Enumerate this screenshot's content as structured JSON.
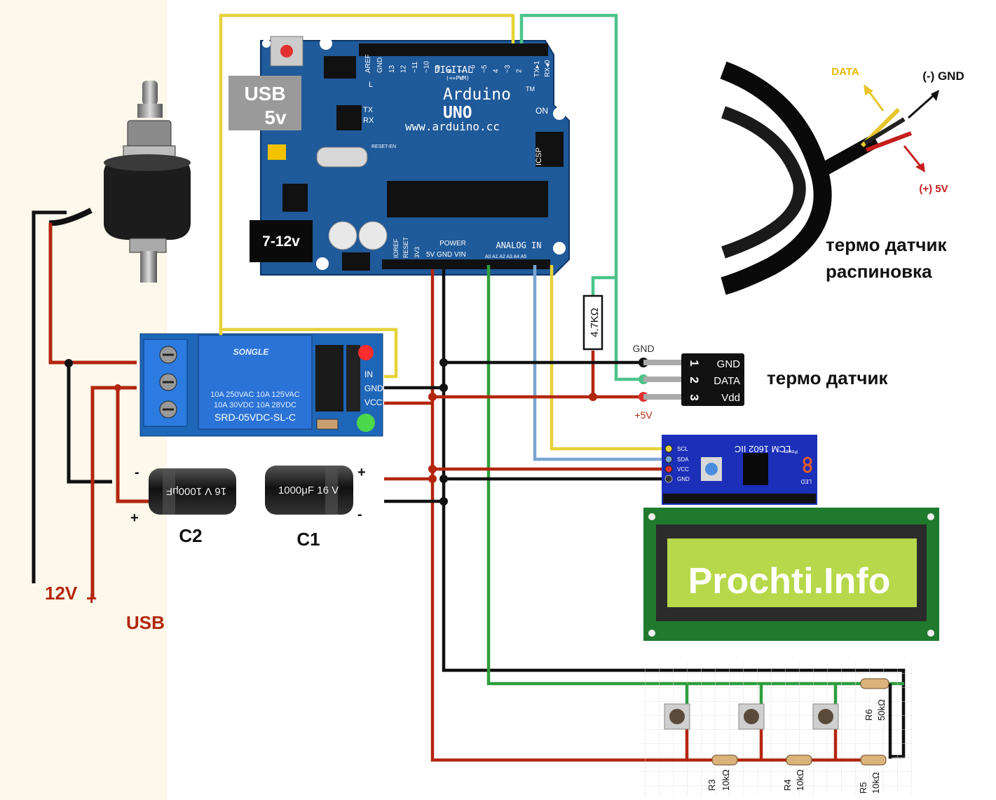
{
  "arduino": {
    "brand": "Arduino",
    "tm": "TM",
    "model": "UNO",
    "url": "www.arduino.cc",
    "on": "ON",
    "digital": "DIGITAL",
    "pwm": "(≈=PWM)",
    "icsp": "ICSP",
    "reset_en": "RESET-EN",
    "tx": "TX",
    "rx": "RX",
    "l": "L",
    "aref": "AREF",
    "gnd_top": "GND",
    "txd": "TX▸1",
    "rxd": "RX◂0",
    "dpins": [
      "13",
      "12",
      "~11",
      "~10",
      "~9",
      "8",
      "7",
      "~6",
      "~5",
      "4",
      "~3",
      "2"
    ],
    "power": "POWER",
    "analog_in": "ANALOG IN",
    "ioref": "IOREF",
    "reset": "RESET",
    "v33": "3V3",
    "power_pins": "5V GND VIN",
    "apins": "A0 A1 A2 A3 A4 A5"
  },
  "usb_label": {
    "line1": "USB",
    "line2": "5v"
  },
  "dc_label": "7-12v",
  "resistor_top": "4.7KΩ",
  "sensor_right": {
    "gnd_above": "GND",
    "pins": [
      {
        "num": "1",
        "name": "GND"
      },
      {
        "num": "2",
        "name": "DATA"
      },
      {
        "num": "3",
        "name": "Vdd"
      }
    ],
    "v5_below": "+5V",
    "title": "термо датчик"
  },
  "pinout_photo": {
    "data": "DATA",
    "gnd": "(-) GND",
    "v5": "(+) 5V",
    "caption_line1": "термо датчик",
    "caption_line2": "распиновка"
  },
  "relay": {
    "brand": "SONGLE",
    "ratings": [
      "10A 250VAC  10A 125VAC",
      "10A  30VDC  10A  28VDC"
    ],
    "model": "SRD-05VDC-SL-C",
    "pins": [
      "IN",
      "GND",
      "VCC"
    ]
  },
  "capacitors": {
    "c2": {
      "label": "C2",
      "minus": "-",
      "plus": "+",
      "print": "16 V 1000μF"
    },
    "c1": {
      "label": "C1",
      "minus": "-",
      "plus": "+",
      "print": "1000μF 16 V"
    }
  },
  "supply": {
    "v12": "12V",
    "plus": "+",
    "usb": "USB"
  },
  "lcd": {
    "module": "LCM 1602 IIC",
    "power": "Power",
    "led": "LED",
    "pins": [
      "SCL",
      "SDA",
      "VCC",
      "GND"
    ],
    "text": "Prochti.Info"
  },
  "keypad": {
    "resistors": [
      {
        "ref": "R3",
        "value": "10kΩ"
      },
      {
        "ref": "R4",
        "value": "10kΩ"
      },
      {
        "ref": "R5",
        "value": "10kΩ"
      },
      {
        "ref": "R6",
        "value": "50kΩ"
      }
    ]
  },
  "colors": {
    "board": "#1f5a9a",
    "wire_black": "#111111",
    "wire_red": "#b3260e",
    "wire_green": "#2f9e3e",
    "wire_lightgreen": "#4cc38a",
    "wire_yellow": "#e6d23a",
    "wire_blue": "#7aa6d1",
    "wire_darkred": "#8a1d10",
    "lcd_green": "#b6d84a"
  }
}
